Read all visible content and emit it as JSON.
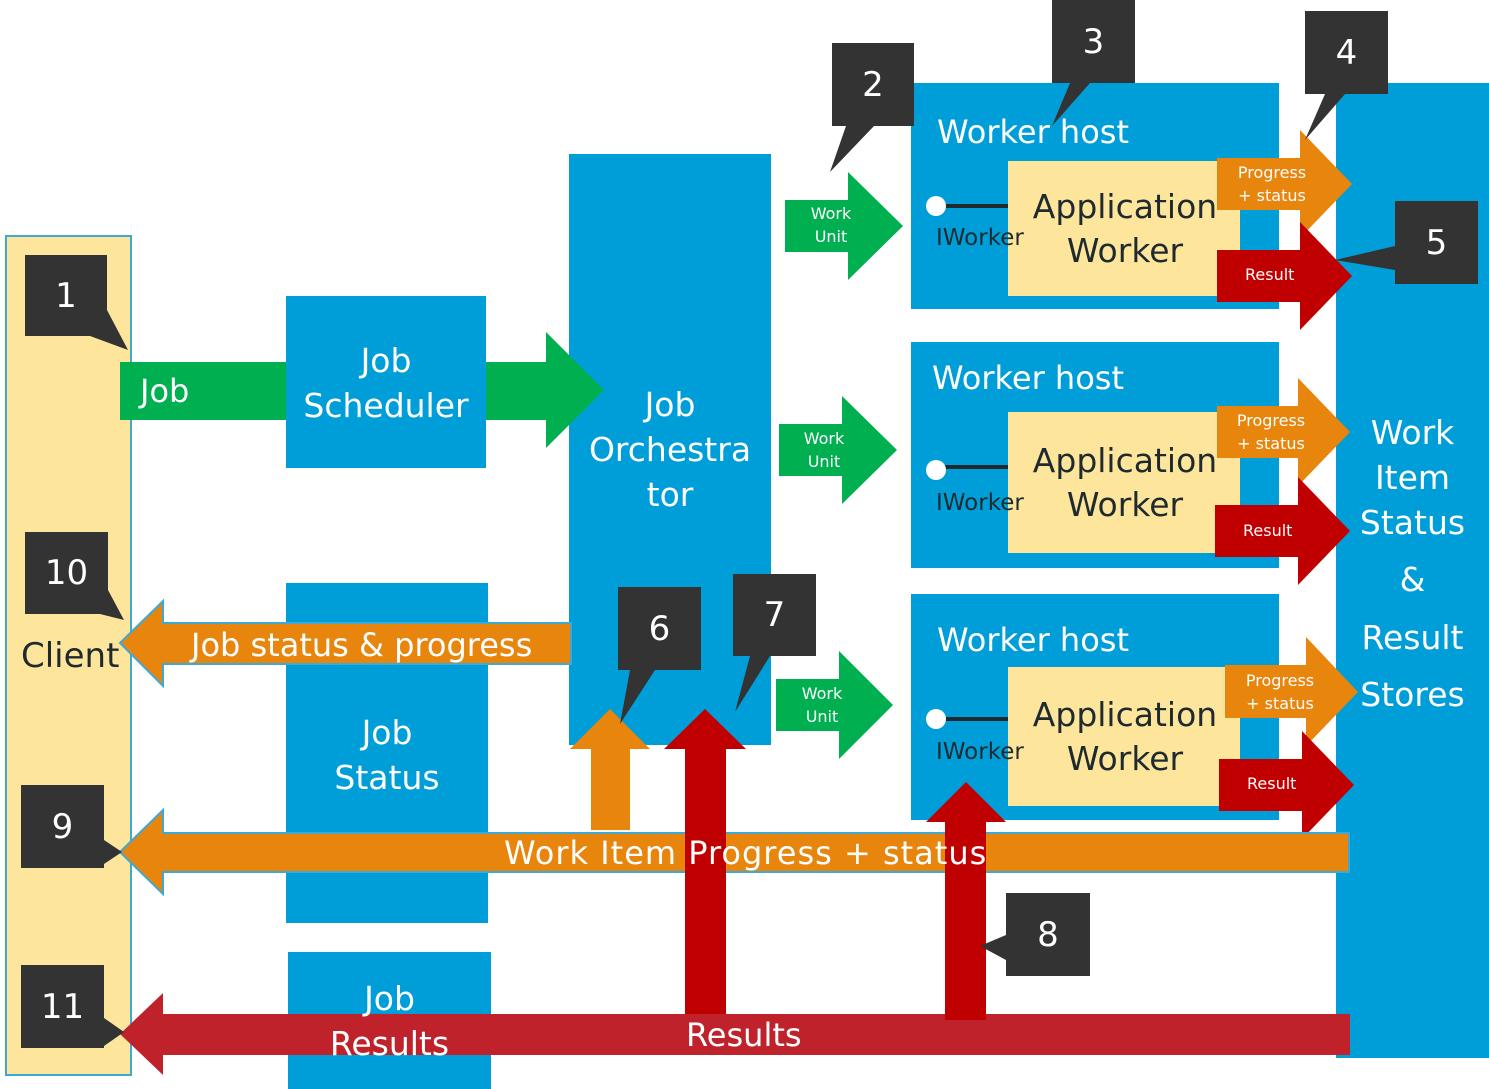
{
  "client": {
    "label": "Client"
  },
  "job_scheduler": {
    "line1": "Job",
    "line2": "Scheduler"
  },
  "job_orchestrator": {
    "line1": "Job",
    "line2": "Orchestra",
    "line3": "tor"
  },
  "job_status": {
    "line1": "Job",
    "line2": "Status"
  },
  "job_results": {
    "line1": "Job",
    "line2": "Results"
  },
  "stores": {
    "line1": "Work",
    "line2": "Item",
    "line3": "Status",
    "line4": "&",
    "line5": "Result",
    "line6": "Stores"
  },
  "worker_hosts": [
    {
      "title": "Worker host",
      "interface": "IWorker",
      "app_line1": "Application",
      "app_line2": "Worker",
      "progress_line1": "Progress",
      "progress_line2": "+ status",
      "result": "Result",
      "work_unit_line1": "Work",
      "work_unit_line2": "Unit"
    },
    {
      "title": "Worker host",
      "interface": "IWorker",
      "app_line1": "Application",
      "app_line2": "Worker",
      "progress_line1": "Progress",
      "progress_line2": "+ status",
      "result": "Result",
      "work_unit_line1": "Work",
      "work_unit_line2": "Unit"
    },
    {
      "title": "Worker host",
      "interface": "IWorker",
      "app_line1": "Application",
      "app_line2": "Worker",
      "progress_line1": "Progress",
      "progress_line2": "+ status",
      "result": "Result",
      "work_unit_line1": "Work",
      "work_unit_line2": "Unit"
    }
  ],
  "arrows": {
    "job": "Job",
    "job_status_progress": "Job status & progress",
    "work_item_progress": "Work Item Progress + status",
    "results": "Results"
  },
  "callouts": [
    "1",
    "2",
    "3",
    "4",
    "5",
    "6",
    "7",
    "8",
    "9",
    "10",
    "11"
  ],
  "colors": {
    "blue": "#009ed9",
    "tan": "#fde69c",
    "green": "#00b050",
    "orange": "#e8850c",
    "red": "#c00000",
    "results_red": "#c0222c",
    "callout": "#333333"
  }
}
